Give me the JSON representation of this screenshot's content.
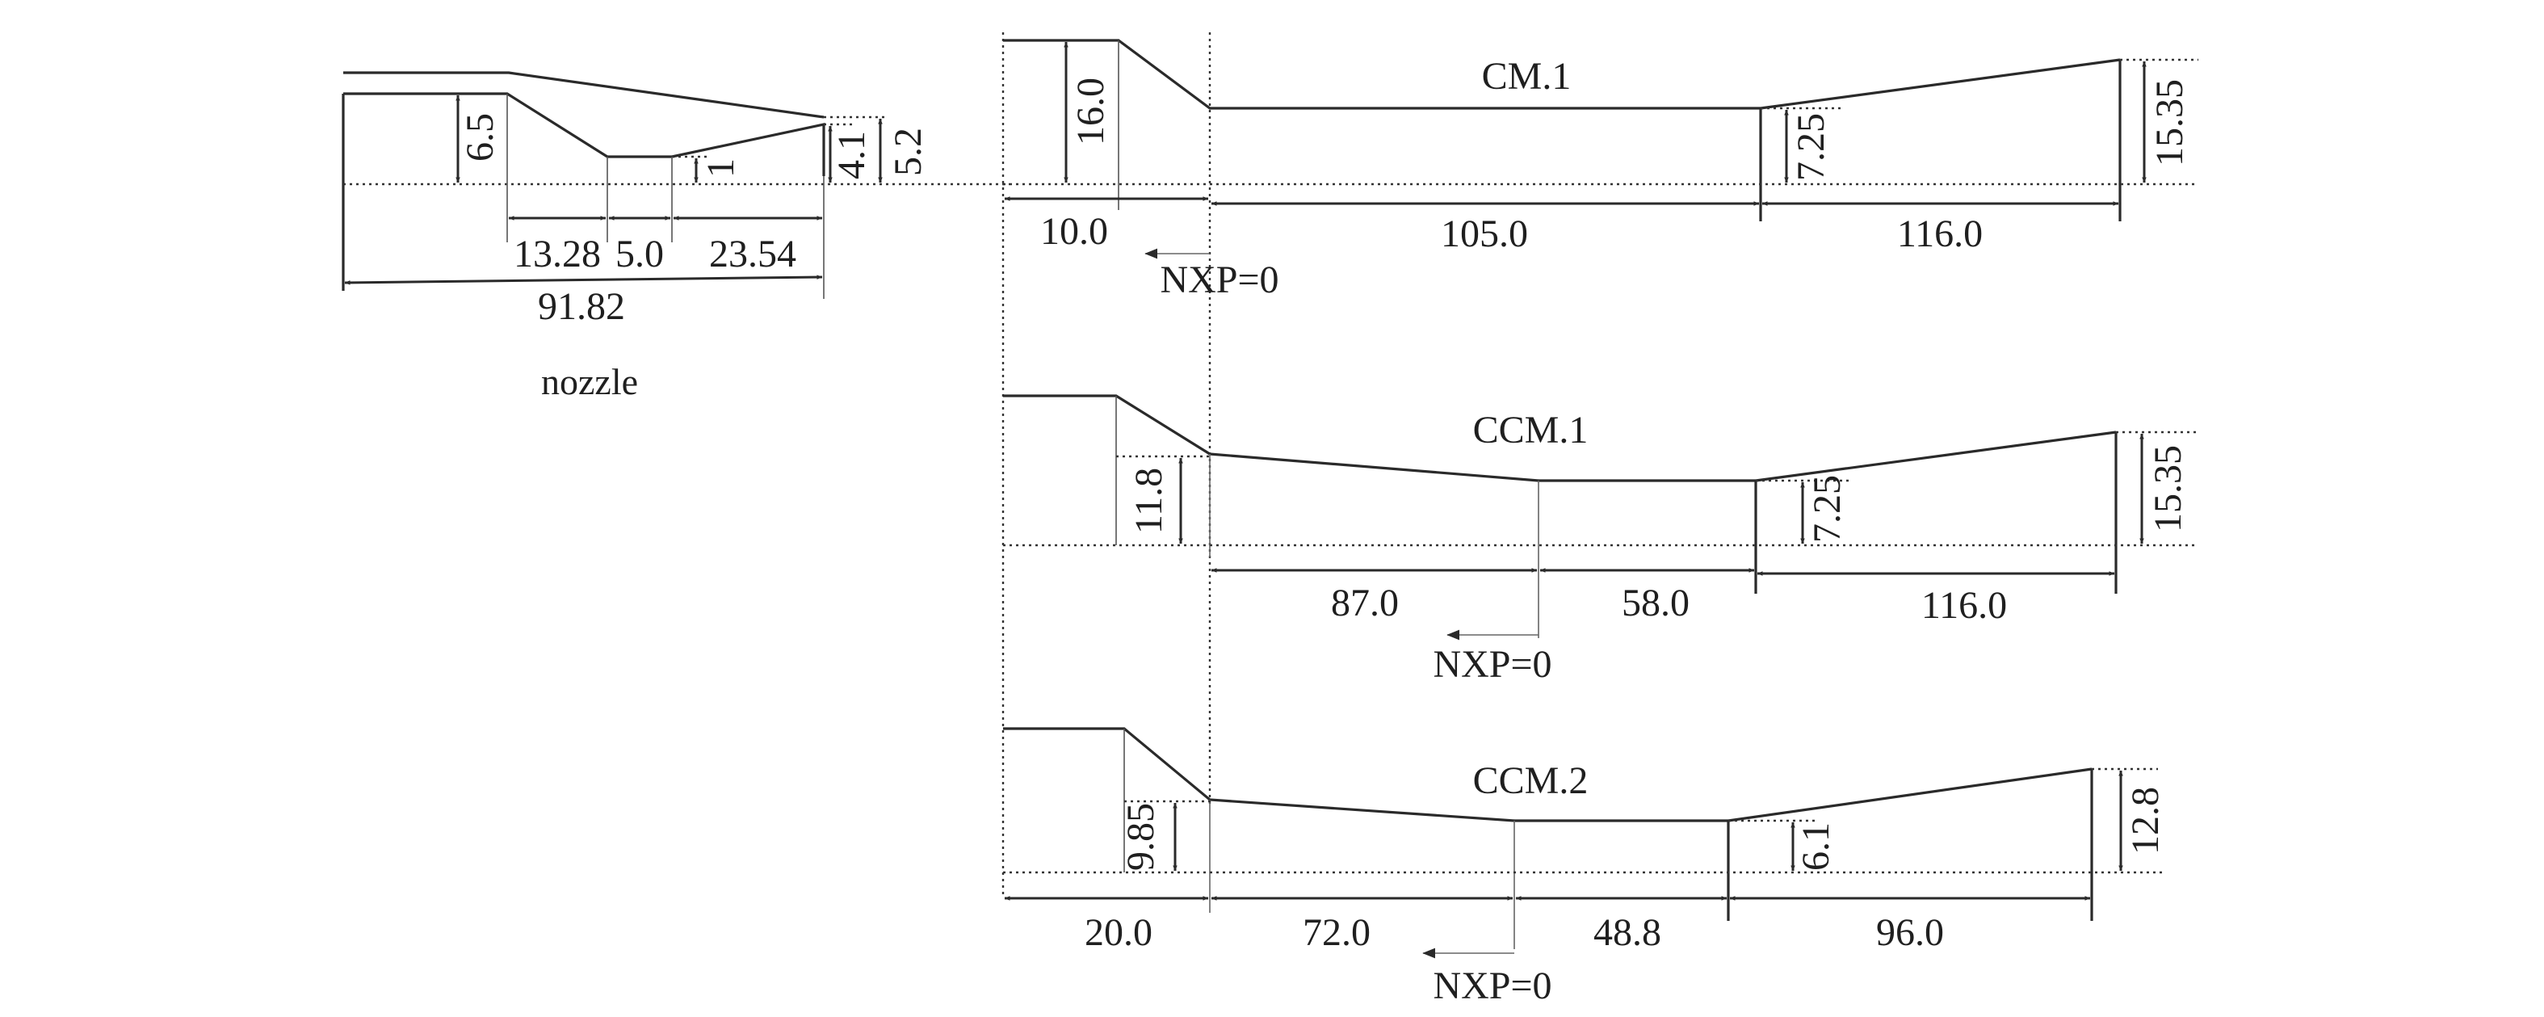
{
  "nozzle": {
    "caption": "nozzle",
    "dims": {
      "h1": "6.5",
      "h2": "1",
      "h3": "4.1",
      "h4": "5.2",
      "l1": "13.28",
      "l2": "5.0",
      "l3": "23.54",
      "total": "91.82"
    }
  },
  "cm1": {
    "title": "CM.1",
    "dims": {
      "inlet_h": "16.0",
      "inlet_l": "10.0",
      "mix_l": "105.0",
      "diff_l": "116.0",
      "throat_h": "7.25",
      "exit_h": "15.35"
    },
    "nxp": "NXP=0"
  },
  "ccm1": {
    "title": "CCM.1",
    "dims": {
      "inlet_h": "11.8",
      "conv_l": "87.0",
      "throat_l": "58.0",
      "diff_l": "116.0",
      "throat_h": "7.25",
      "exit_h": "15.35"
    },
    "nxp": "NXP=0"
  },
  "ccm2": {
    "title": "CCM.2",
    "dims": {
      "inlet_h": "9.85",
      "inlet_l": "20.0",
      "conv_l": "72.0",
      "throat_l": "48.8",
      "diff_l": "96.0",
      "throat_h": "6.1",
      "exit_h": "12.8"
    },
    "nxp": "NXP=0"
  }
}
